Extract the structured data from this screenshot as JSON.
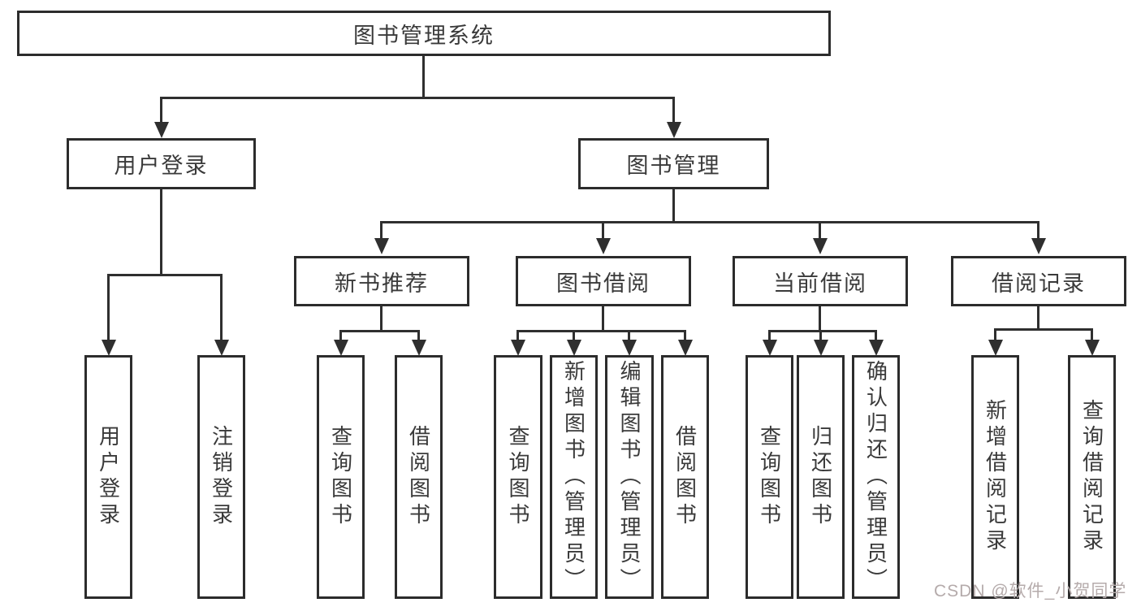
{
  "diagram": {
    "root": {
      "label": "图书管理系统"
    },
    "branches": [
      {
        "label": "用户登录",
        "children": [
          {
            "label": "用户登录"
          },
          {
            "label": "注销登录"
          }
        ]
      },
      {
        "label": "图书管理",
        "children": [
          {
            "label": "新书推荐",
            "children": [
              {
                "label": "查询图书"
              },
              {
                "label": "借阅图书"
              }
            ]
          },
          {
            "label": "图书借阅",
            "children": [
              {
                "label": "查询图书"
              },
              {
                "label": "新增图书（管理员）"
              },
              {
                "label": "编辑图书（管理员）"
              },
              {
                "label": "借阅图书"
              }
            ]
          },
          {
            "label": "当前借阅",
            "children": [
              {
                "label": "查询图书"
              },
              {
                "label": "归还图书"
              },
              {
                "label": "确认归还（管理员）"
              }
            ]
          },
          {
            "label": "借阅记录",
            "children": [
              {
                "label": "新增借阅记录"
              },
              {
                "label": "查询借阅记录"
              }
            ]
          }
        ]
      }
    ]
  },
  "watermark": {
    "text": "CSDN @软件_小贺同学"
  },
  "colors": {
    "line": "#2f2f2f",
    "border": "#2c2c2c",
    "text": "#3a3a3a",
    "bg": "#ffffff",
    "watermark": "#b5abab"
  }
}
